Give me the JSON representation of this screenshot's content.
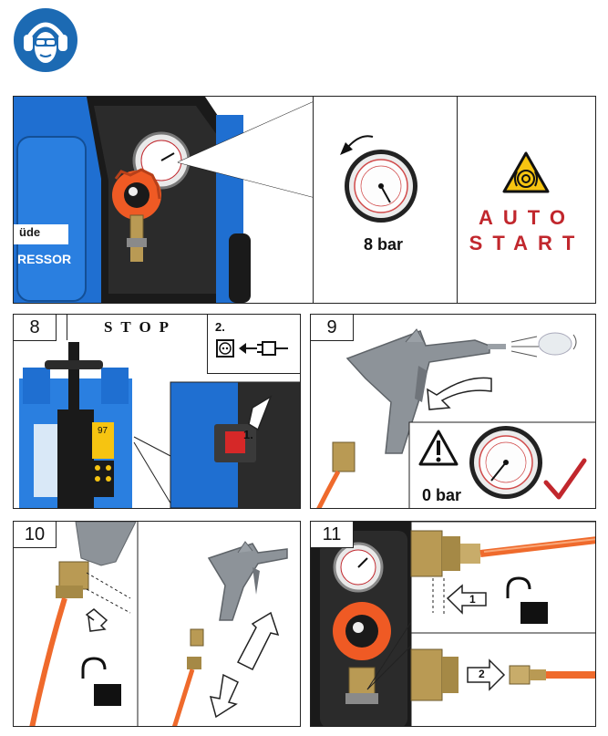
{
  "panel_top": {
    "gauge_label": "8 bar",
    "brand_partial": "üde",
    "model_partial": "RESSOR",
    "auto_line1": "AUTO",
    "auto_line2": "START"
  },
  "step8": {
    "number": "8",
    "stop_label": "STOP",
    "step2_label": "2.",
    "step1_label": "1.",
    "badge_value": "97"
  },
  "step9": {
    "number": "9",
    "gauge_label": "0 bar"
  },
  "step10": {
    "number": "10"
  },
  "step11": {
    "number": "11",
    "arrow1_label": "1",
    "arrow2_label": "2"
  },
  "colors": {
    "safety_blue": "#1c6ab3",
    "compressor_blue": "#1f6fd1",
    "knob_orange": "#ef5a24",
    "hose_orange": "#ef6a2c",
    "warning_yellow": "#f6c411",
    "check_red": "#c1272d",
    "brass": "#b99a54"
  }
}
